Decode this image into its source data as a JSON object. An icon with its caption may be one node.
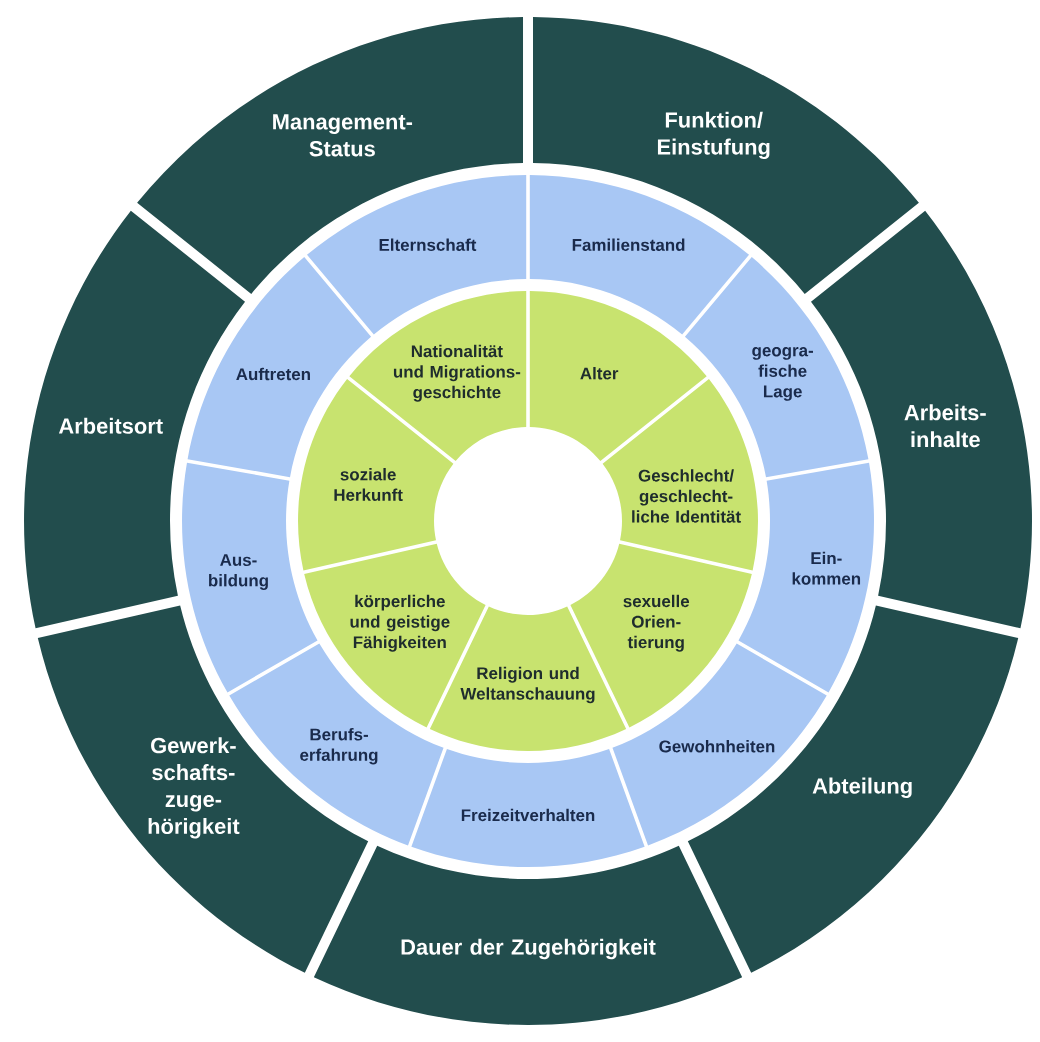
{
  "diagram": {
    "nodes": [
      {
        "text": [
          "Management- Status"
        ]
      },
      {
        "text": [
          "Funktion/ Einstufung"
        ]
      },
      {
        "text": [
          "Arbeits- inhalte"
        ]
      },
      {
        "text": [
          "Abteilung"
        ]
      },
      {
        "text": [
          "Dauer der Zugehörigkeit"
        ]
      },
      {
        "text": [
          "Gewerk- schafts- zuge- hörigkeit"
        ]
      },
      {
        "text": [
          "Arbeitsort"
        ]
      },
      {
        "text": [
          "Elternschaft"
        ]
      },
      {
        "text": [
          "Familienstand"
        ]
      },
      {
        "text": [
          "geogra- fische Lage"
        ]
      },
      {
        "text": [
          "Ein- kommen"
        ]
      },
      {
        "text": [
          "Gewohnheiten"
        ]
      },
      {
        "text": [
          "Freizeitverhalten"
        ]
      },
      {
        "text": [
          "Berufs- erfahrung"
        ]
      },
      {
        "text": [
          "Aus- bildung"
        ]
      },
      {
        "text": [
          "Auftreten"
        ]
      },
      {
        "text": [
          "Nationalität und Migrations- geschichte"
        ]
      },
      {
        "text": [
          "Alter"
        ]
      },
      {
        "text": [
          "Geschlecht/ geschlecht- liche Identität"
        ]
      },
      {
        "text": [
          "sexuelle Orien- tierung"
        ]
      },
      {
        "text": [
          "Religion und Weltanschauung"
        ]
      },
      {
        "text": [
          "körperliche und geistige Fähigkeiten"
        ]
      },
      {
        "text": [
          "soziale Herkunft"
        ]
      }
    ]
  }
}
